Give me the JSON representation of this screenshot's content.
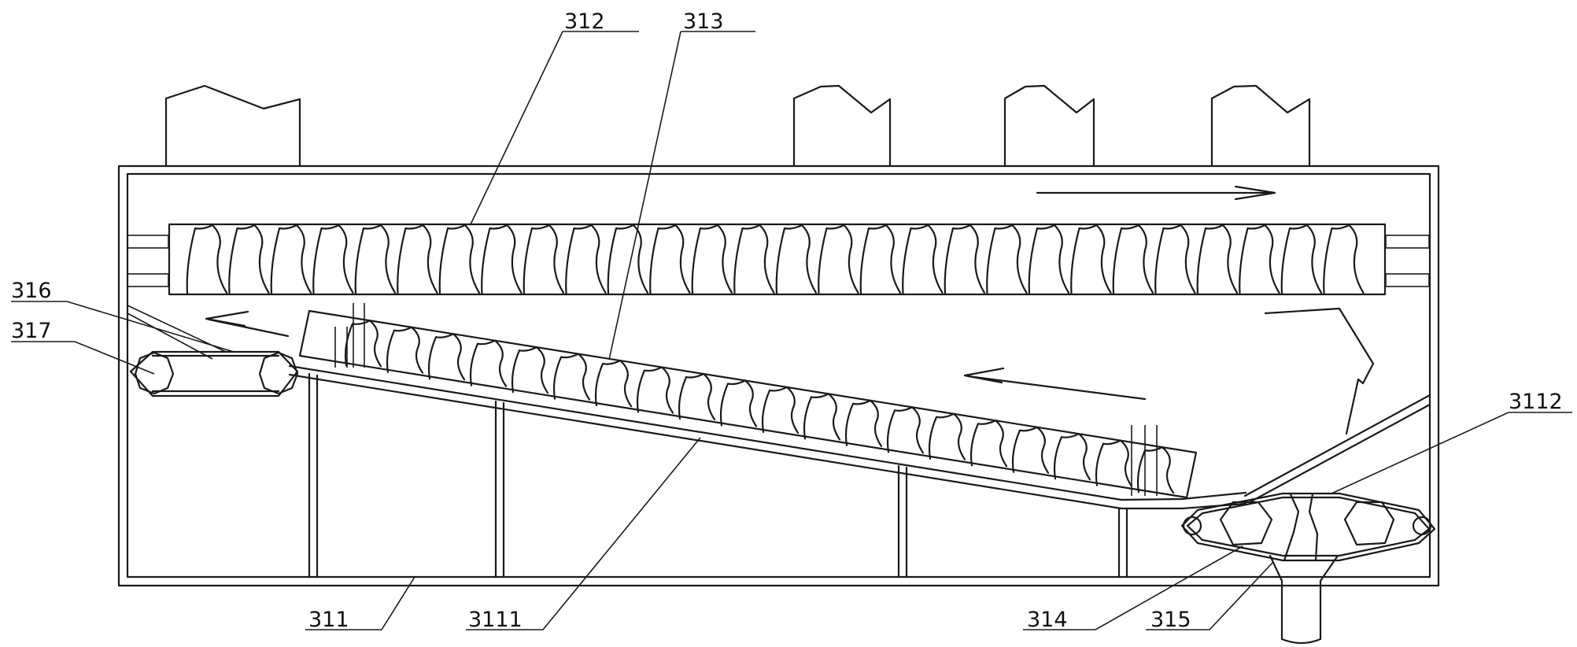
{
  "labels": {
    "l312": "312",
    "l313": "313",
    "l316": "316",
    "l317": "317",
    "l3112": "3112",
    "l311": "311",
    "l3111": "3111",
    "l314": "314",
    "l315": "315"
  }
}
